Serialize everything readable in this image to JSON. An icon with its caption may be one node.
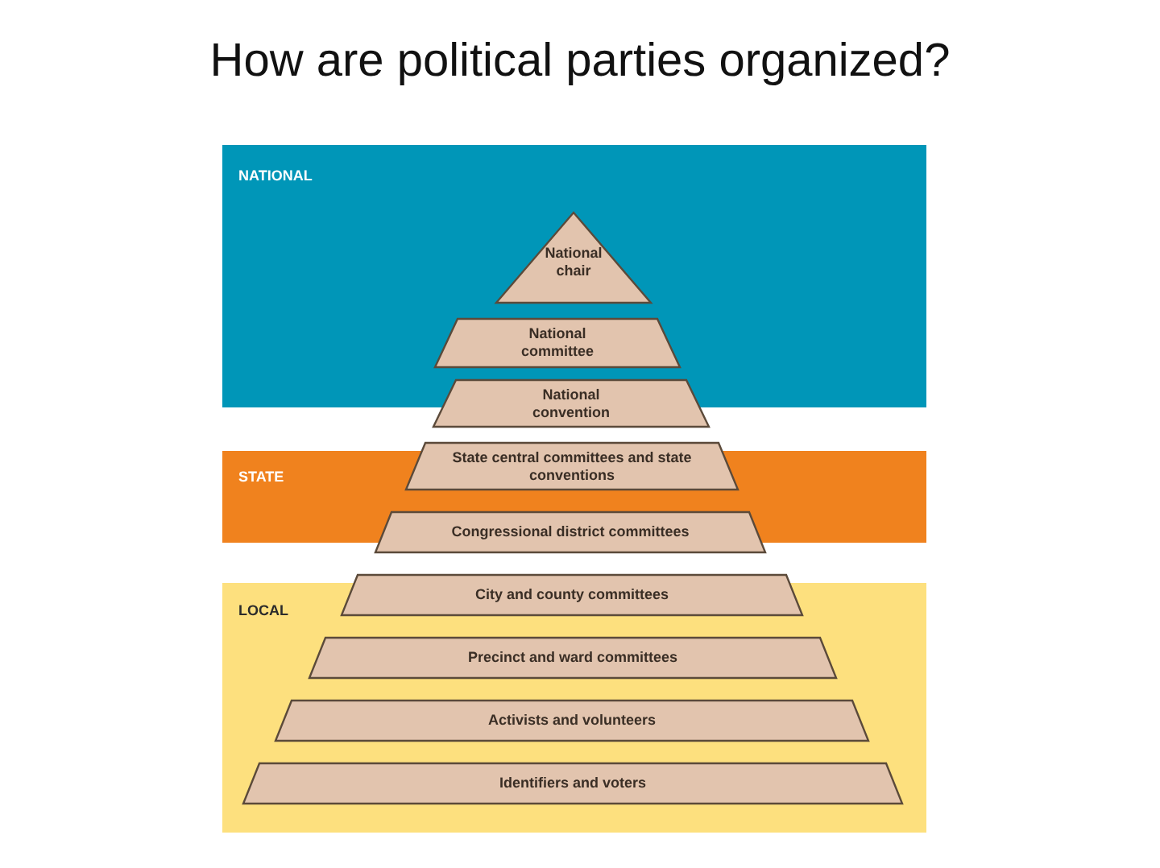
{
  "diagram": {
    "title": "How are political parties organized?",
    "nodes": [
      {
        "text": [
          "NATIONAL"
        ]
      },
      {
        "text": [
          "National chair"
        ],
        "in": 0
      },
      {
        "text": [
          "National committee"
        ],
        "in": 0
      },
      {
        "text": [
          "National convention"
        ]
      },
      {
        "text": [
          "STATE"
        ]
      },
      {
        "text": [
          "State central committees and state conventions"
        ]
      },
      {
        "text": [
          "Congressional district committees"
        ]
      },
      {
        "text": [
          "LOCAL"
        ]
      },
      {
        "text": [
          "City and county committees"
        ]
      },
      {
        "text": [
          "Precinct and ward committees"
        ],
        "in": 7
      },
      {
        "text": [
          "Activists and volunteers"
        ],
        "in": 7
      },
      {
        "text": [
          "Identifiers and voters"
        ],
        "in": 7
      }
    ]
  }
}
